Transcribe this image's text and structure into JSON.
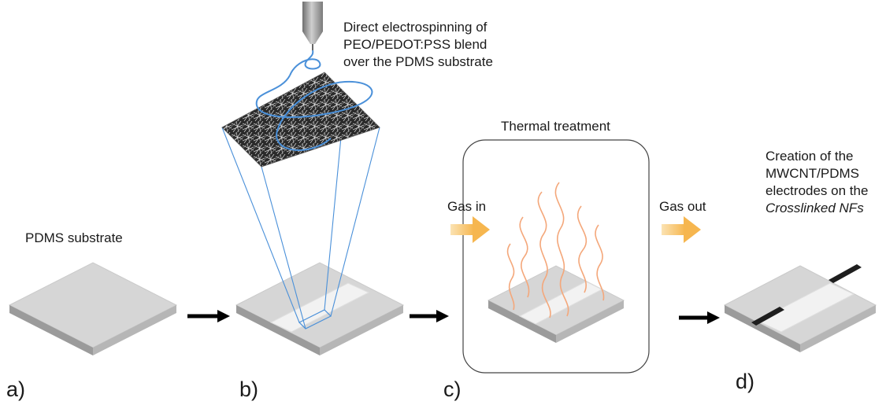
{
  "captions": {
    "pdms_substrate": "PDMS substrate",
    "electrospinning": [
      "Direct electrospinning of",
      "PEO/PEDOT:PSS blend",
      "over the PDMS substrate"
    ],
    "thermal_treatment": "Thermal treatment",
    "gas_in": "Gas in",
    "gas_out": "Gas out",
    "creation": [
      "Creation of the",
      "MWCNT/PDMS",
      "electrodes on the",
      "Crosslinked NFs"
    ]
  },
  "panel_labels": [
    "a)",
    "b)",
    "c)",
    "d)"
  ],
  "colors": {
    "substrate_top": "#d4d4d4",
    "substrate_side_left": "#9a9a9a",
    "substrate_side_right": "#b4b4b4",
    "fiber_blue": "#4a90d9",
    "heat_wave_orange": "#f4a77a",
    "gas_arrow_yellow": "#f7c56a",
    "electrode_black": "#1e1e1e",
    "process_arrow": "#000000"
  }
}
